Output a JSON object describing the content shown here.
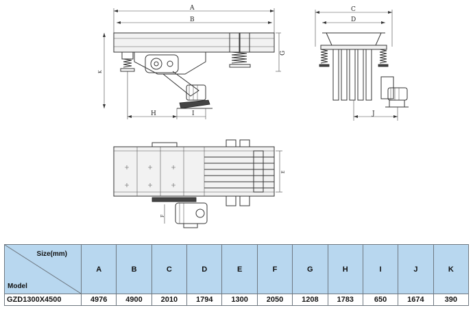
{
  "drawing": {
    "dimension_labels": {
      "A": "A",
      "B": "B",
      "C": "C",
      "D": "D",
      "E": "E",
      "F": "F",
      "G": "G",
      "H": "H",
      "I": "I",
      "J": "J",
      "K": "K"
    }
  },
  "table": {
    "header_size_label": "Size(mm)",
    "header_model_label": "Model",
    "columns": [
      "A",
      "B",
      "C",
      "D",
      "E",
      "F",
      "G",
      "H",
      "I",
      "J",
      "K"
    ],
    "rows": [
      {
        "model": "GZD1300X4500",
        "values": [
          "4976",
          "4900",
          "2010",
          "1794",
          "1300",
          "2050",
          "1208",
          "1783",
          "650",
          "1674",
          "390"
        ]
      }
    ]
  },
  "colors": {
    "header_bg": "#b8d7ef",
    "border": "#6e7780",
    "line": "#333333"
  }
}
